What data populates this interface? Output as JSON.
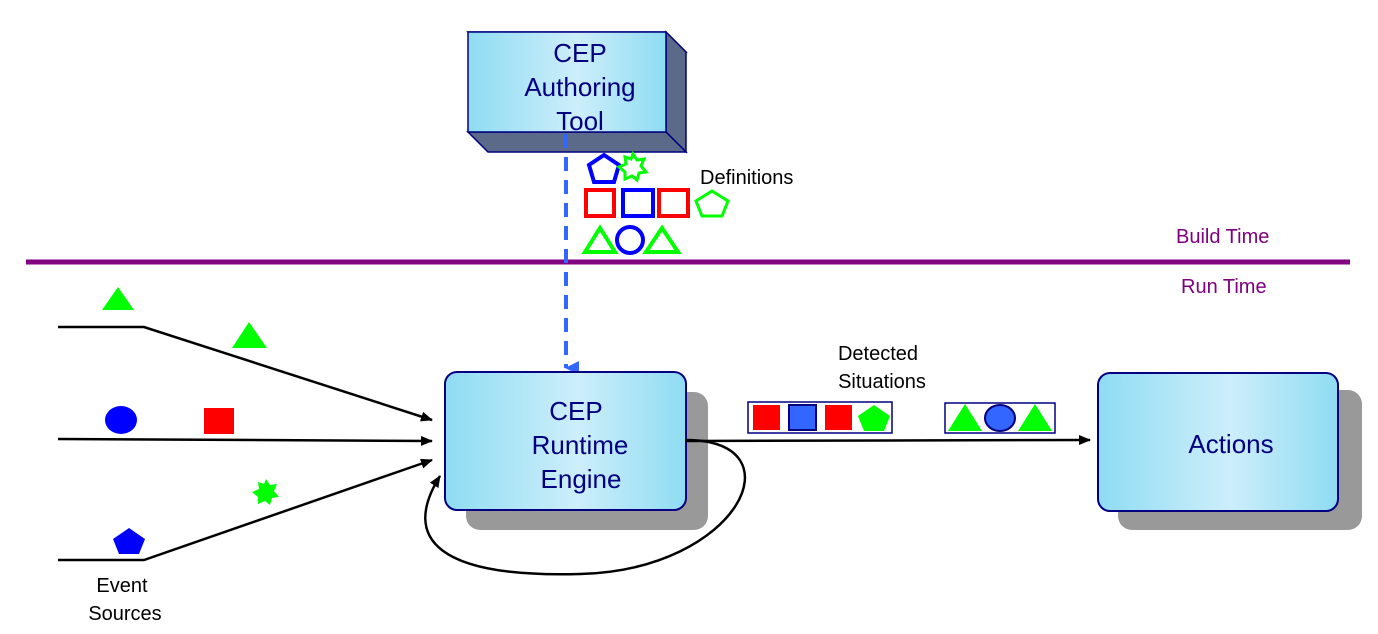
{
  "authoring_tool": {
    "line1": "CEP",
    "line2": "Authoring",
    "line3": "Tool"
  },
  "runtime_engine": {
    "line1": "CEP",
    "line2": "Runtime",
    "line3": "Engine"
  },
  "actions": {
    "label": "Actions"
  },
  "labels": {
    "definitions": "Definitions",
    "build_time": "Build Time",
    "run_time": "Run Time",
    "detected_line1": "Detected",
    "detected_line2": "Situations",
    "event_line1": "Event",
    "event_line2": "Sources"
  },
  "colors": {
    "navy_text": "#000080",
    "purple": "#800080",
    "box_fill": "#9fe0f5",
    "green": "#00ff00",
    "red": "#ff0000",
    "blue": "#0000ff",
    "dashed_arrow": "#3366ff",
    "shadow": "#999999"
  }
}
